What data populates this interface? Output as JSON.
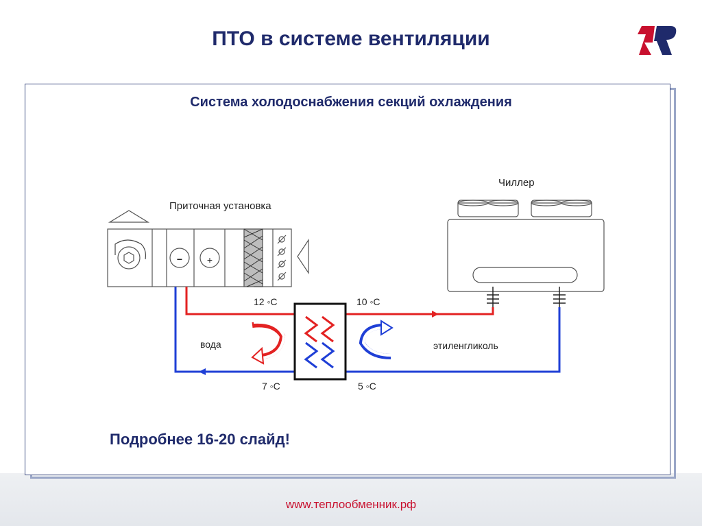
{
  "slide": {
    "title": "ПТО в системе вентиляции",
    "url": "www.теплообменник.рф"
  },
  "diagram": {
    "title": "Система холодоснабжения секций охлаждения",
    "labels": {
      "supply_unit": "Приточная установка",
      "chiller": "Чиллер",
      "water": "вода",
      "glycol": "этиленгликоль",
      "temp_12": "12 ◦С",
      "temp_10": "10 ◦С",
      "temp_7": "7 ◦С",
      "temp_5": "5 ◦С",
      "minus_symbol": "−",
      "plus_symbol": "+"
    },
    "footer_note": "Подробнее 16-20 слайд!"
  },
  "colors": {
    "title_navy": "#1f2a6b",
    "hot_line": "#e32222",
    "cold_line": "#1f3fd6",
    "url_red": "#c8102e"
  },
  "icons": [
    "logo-icon",
    "fan-icon",
    "filter-icon",
    "damper-icon",
    "heat-exchanger-icon",
    "circular-arrow-icon"
  ]
}
